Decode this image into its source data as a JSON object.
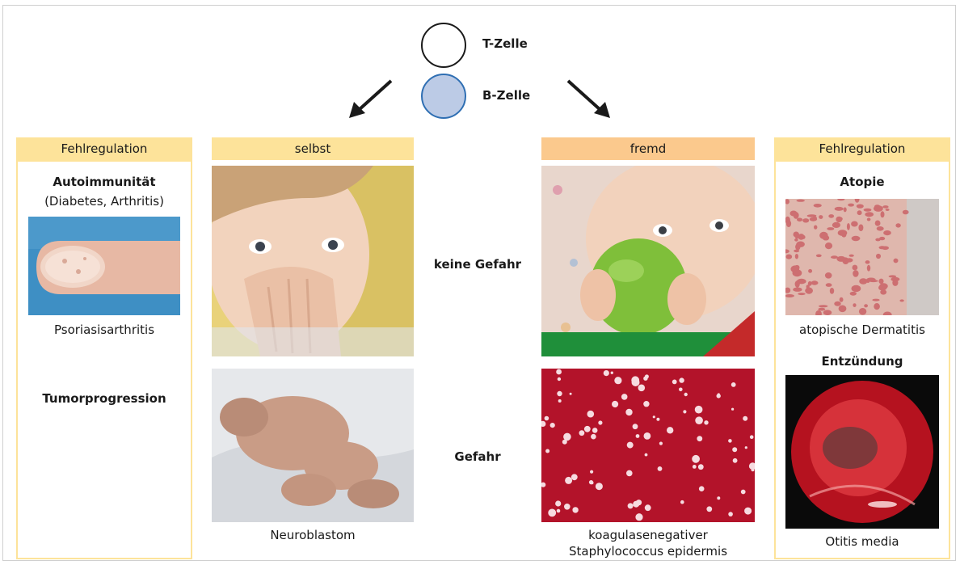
{
  "legend": {
    "t_cell": "T-Zelle",
    "b_cell": "B-Zelle",
    "b_cell_color": "#bccbe6",
    "b_cell_border": "#2f6fb3"
  },
  "columns": {
    "left_dysreg": {
      "header": "Fehlregulation",
      "autoimmunity_title": "Autoimmunität",
      "autoimmunity_sub": "(Diabetes, Arthritis)",
      "autoimmunity_caption": "Psoriasisarthritis",
      "tumor_title": "Tumorprogression"
    },
    "self": {
      "header": "selbst",
      "danger_caption": "Neuroblastom"
    },
    "foreign": {
      "header": "fremd",
      "danger_caption_line1": "koagulasenegativer",
      "danger_caption_line2": "Staphylococcus epidermis"
    },
    "right_dysreg": {
      "header": "Fehlregulation",
      "atopy_title": "Atopie",
      "atopy_caption": "atopische Dermatitis",
      "inflammation_title": "Entzündung",
      "inflammation_caption": "Otitis media"
    }
  },
  "rows": {
    "no_danger": "keine Gefahr",
    "danger": "Gefahr"
  },
  "colors": {
    "header_yellow": "#fde39a",
    "header_orange": "#fbc98d"
  }
}
